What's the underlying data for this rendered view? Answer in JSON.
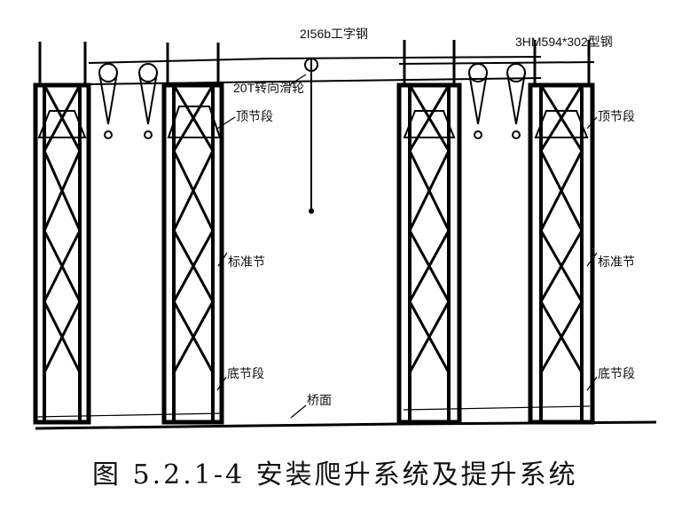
{
  "diagram": {
    "labels": {
      "i_beam": "2I56b工字钢",
      "h_beam": "3HM594*302型钢",
      "pulley": "20T转向滑轮",
      "top_segment": "顶节段",
      "standard_segment": "标准节",
      "bottom_segment": "底节段",
      "bridge_deck": "桥面"
    },
    "caption": "图 5.2.1-4   安装爬升系统及提升系统"
  }
}
